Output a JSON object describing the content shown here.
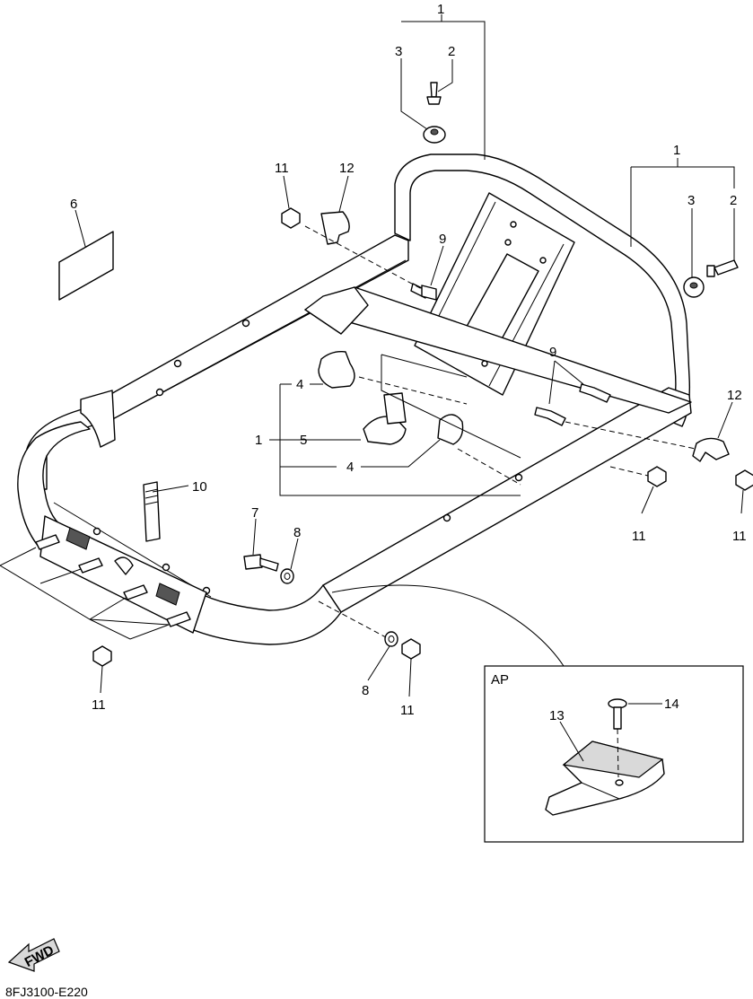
{
  "diagram": {
    "document_code": "8FJ3100-E220",
    "fwd_label": "FWD",
    "inset_label": "AP",
    "callouts": {
      "c1_top": "1",
      "c2_top": "2",
      "c3_top": "3",
      "c1_right": "1",
      "c2_right": "2",
      "c3_right": "3",
      "c1_left": "1",
      "c4_a": "4",
      "c4_b": "4",
      "c5": "5",
      "c6": "6",
      "c7": "7",
      "c8_a": "8",
      "c8_b": "8",
      "c9_a": "9",
      "c9_b": "9",
      "c10": "10",
      "c11_a": "11",
      "c11_b": "11",
      "c11_c": "11",
      "c11_d": "11",
      "c11_e": "11",
      "c12_a": "12",
      "c12_b": "12",
      "c13": "13",
      "c14": "14"
    }
  }
}
